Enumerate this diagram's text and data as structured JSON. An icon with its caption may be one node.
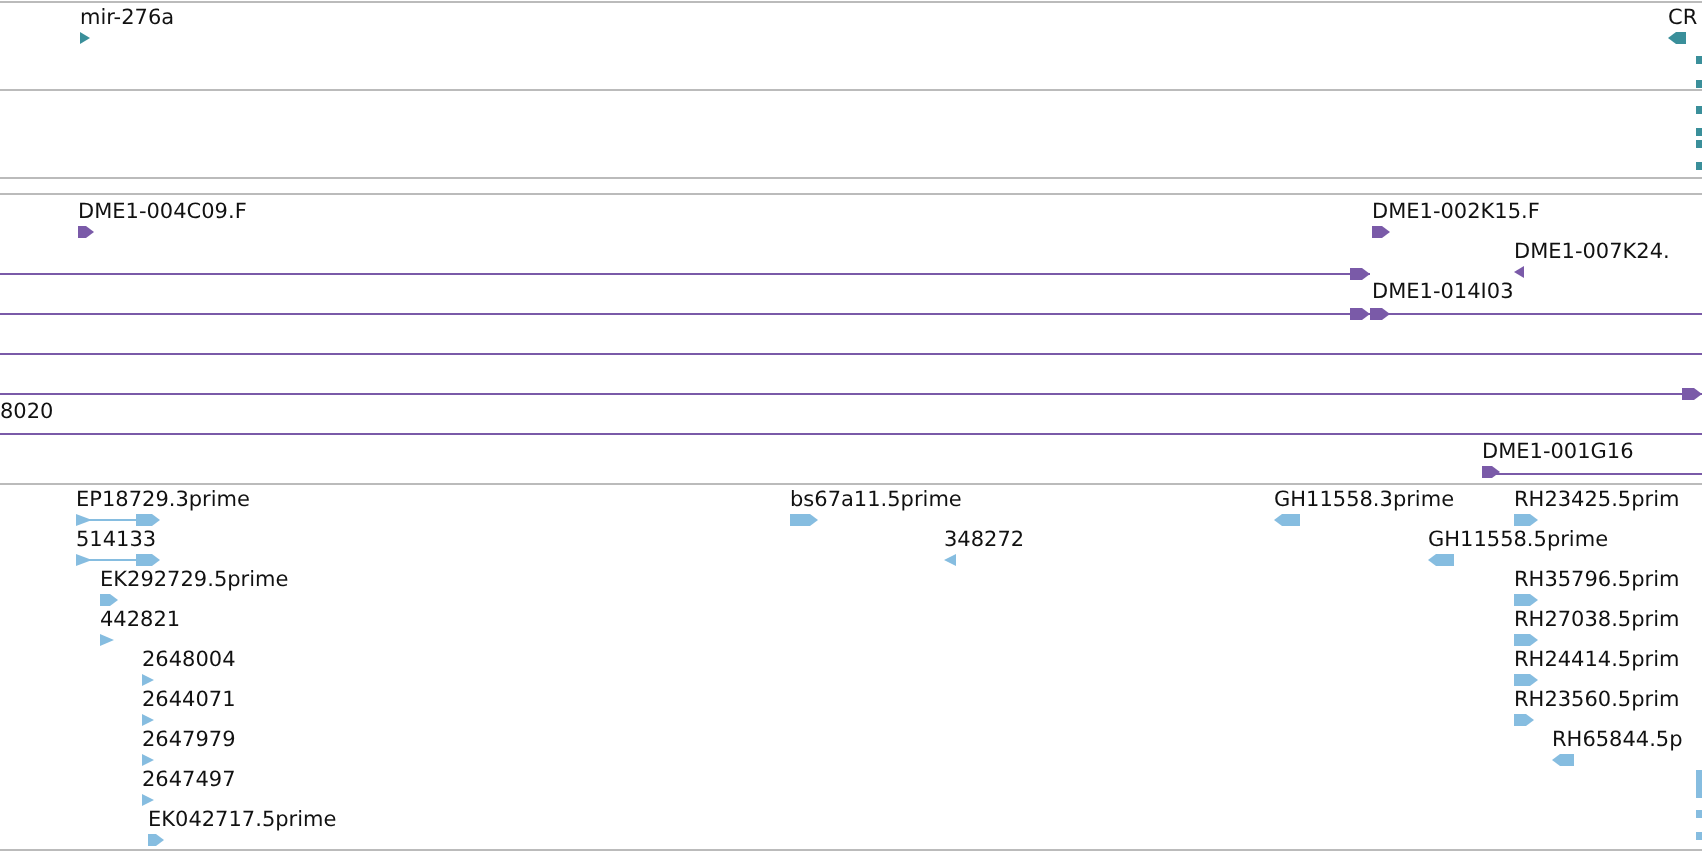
{
  "diagram": {
    "labels": [
      "mir-276a",
      "CR",
      "DME1-004C09.F",
      "DME1-002K15.F",
      "DME1-007K24.",
      "DME1-014I03",
      "8020",
      "DME1-001G16",
      "EP18729.3prime",
      "bs67a11.5prime",
      "GH11558.3prime",
      "RH23425.5prim",
      "514133",
      "348272",
      "GH11558.5prime",
      "EK292729.5prime",
      "RH35796.5prim",
      "442821",
      "RH27038.5prim",
      "2648004",
      "RH24414.5prim",
      "2644071",
      "RH23560.5prim",
      "2647979",
      "RH65844.5p",
      "2647497",
      "EK042717.5prime"
    ]
  }
}
